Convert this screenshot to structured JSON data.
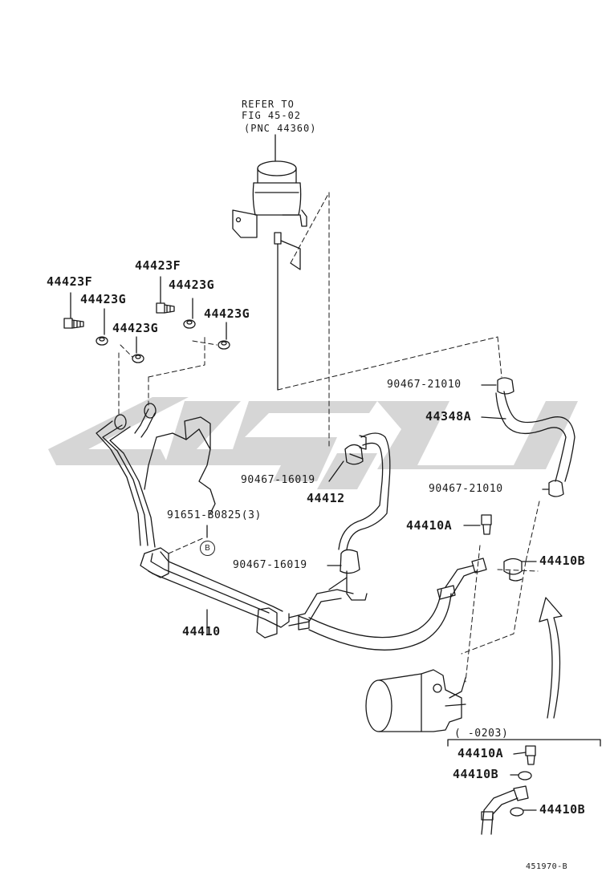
{
  "note": {
    "line1": "REFER TO",
    "line2": "FIG 45-02",
    "line3": "(PNC 44360)"
  },
  "labels": {
    "f_left": "44423F",
    "f_top": "44423F",
    "g1": "44423G",
    "g2": "44423G",
    "g3": "44423G",
    "g4": "44423G",
    "clamp_21010_top": "90467-21010",
    "hose_44348a": "44348A",
    "clamp_16019_top": "90467-16019",
    "clamp_21010_mid": "90467-21010",
    "hose_44412": "44412",
    "bolt_44410a": "44410A",
    "bolt_91651": "91651-B0825(3)",
    "ref_b": "B",
    "gasket_44410b": "44410B",
    "clamp_16019_low": "90467-16019",
    "tube_44410": "44410",
    "variant_range": "(     -0203)",
    "variant_44410a": "44410A",
    "variant_44410b_1": "44410B",
    "variant_44410b_2": "44410B",
    "figure_id": "451970-B"
  },
  "colors": {
    "line": "#1a1a1a",
    "watermark": "#d2d2d2"
  },
  "icons": {
    "watermark": "watermark-logo"
  }
}
